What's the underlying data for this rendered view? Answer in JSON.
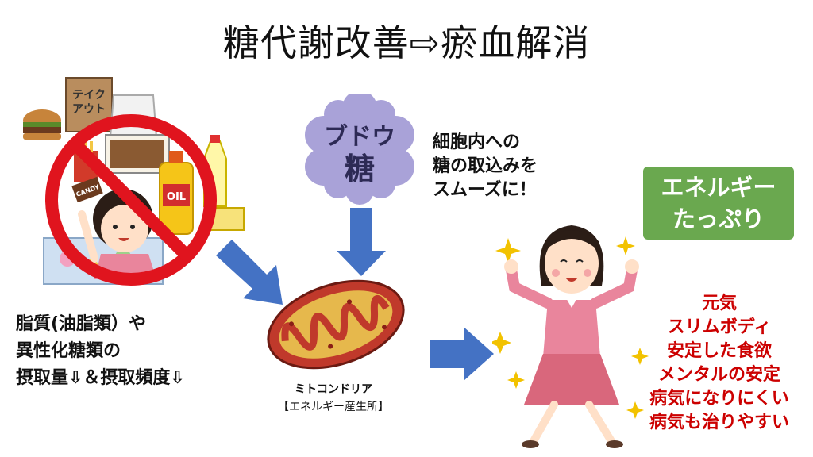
{
  "title": "糖代謝改善⇨瘀血解消",
  "left_text": [
    "脂質(油脂類）や",
    "異性化糖類の",
    "摂取量⇩＆摂取頻度⇩"
  ],
  "middle_text": [
    "細胞内への",
    "糖の取込みを",
    "スムーズに！"
  ],
  "grape_sugar": {
    "line1": "ブドウ",
    "line2": "糖"
  },
  "food_labels": {
    "takeout": "テイク\nアウト",
    "oil": "OIL",
    "candy": "CANDY"
  },
  "mitochondria": {
    "name": "ミトコンドリア",
    "subtitle": "【エネルギー産生所】"
  },
  "badge": {
    "line1": "エネルギー",
    "line2": "たっぷり"
  },
  "benefits": [
    "元気",
    "スリムボディ",
    "安定した食欲",
    "メンタルの安定",
    "病気になりにくい",
    "病気も治りやすい"
  ],
  "colors": {
    "arrow": "#4472c4",
    "badge": "#6aa84f",
    "benefit_text": "#cc0000",
    "no_sign": "#e0141e",
    "mito_outer": "#c0392b",
    "mito_inner": "#e6b84c",
    "grape": "#a9a2d8"
  }
}
